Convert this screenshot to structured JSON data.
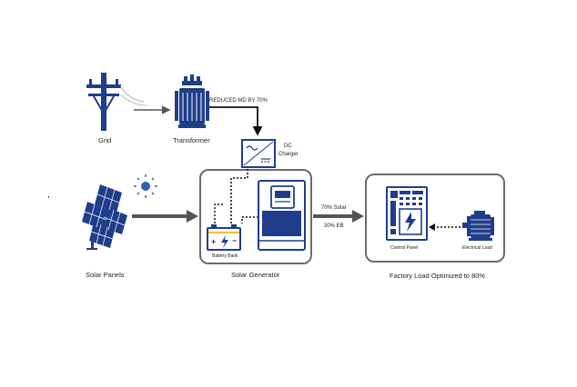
{
  "labels": {
    "grid": "Grid",
    "transformer": "Transformer",
    "reduced_md": "REDUCED MD BY 70%",
    "dc_charger_line1": "DC",
    "dc_charger_line2": "Charger",
    "solar_panels": "Solar Panels",
    "battery_bank": "Battery Bank",
    "solar_generator": "Solar Generator",
    "solar_share": "70% Solar",
    "eb_share": "30% EB",
    "control_panel": "Control Panel",
    "electrical_load": "Electrical Load",
    "factory_load": "Factory Load Optimized to 80%"
  },
  "colors": {
    "icon_blue": "#1f3d8a",
    "arrow_gray": "#555555",
    "box_border": "#6b6b6b",
    "sun_blue": "#2d5fb8"
  },
  "icons": [
    "power-pole-icon",
    "transformer-icon",
    "dc-charger-icon",
    "solar-panels-icon",
    "sun-icon",
    "battery-icon",
    "inverter-icon",
    "control-panel-icon",
    "motor-icon"
  ]
}
